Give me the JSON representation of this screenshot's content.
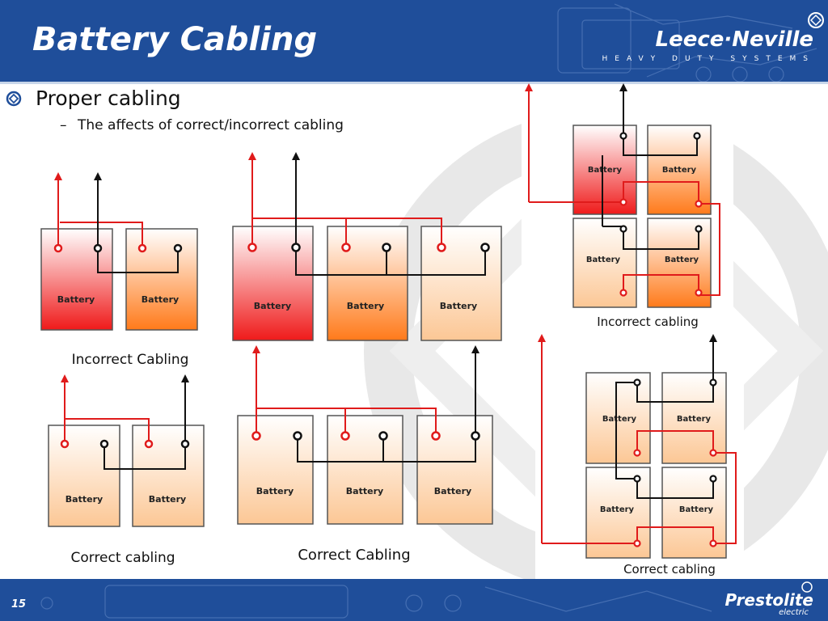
{
  "slide": {
    "title": "Battery Cabling",
    "brand": "Leece·Neville",
    "brand_sub": "HEAVY DUTY SYSTEMS",
    "footer_brand": "Prestolite",
    "footer_brand_sub": "electric",
    "page_number": "15"
  },
  "content": {
    "bullet_main": "Proper cabling",
    "bullet_sub": "The affects of correct/incorrect cabling"
  },
  "diagram": {
    "battery_label": "Battery",
    "captions": {
      "two_incorrect": "Incorrect Cabling",
      "two_correct": "Correct cabling",
      "three_incorrect": "",
      "three_correct": "Correct Cabling",
      "four_incorrect": "Incorrect cabling",
      "four_correct": "Correct cabling"
    },
    "colors": {
      "positive_cable": "#e01b1b",
      "negative_cable": "#111111",
      "header_blue": "#1f4e9a"
    }
  }
}
